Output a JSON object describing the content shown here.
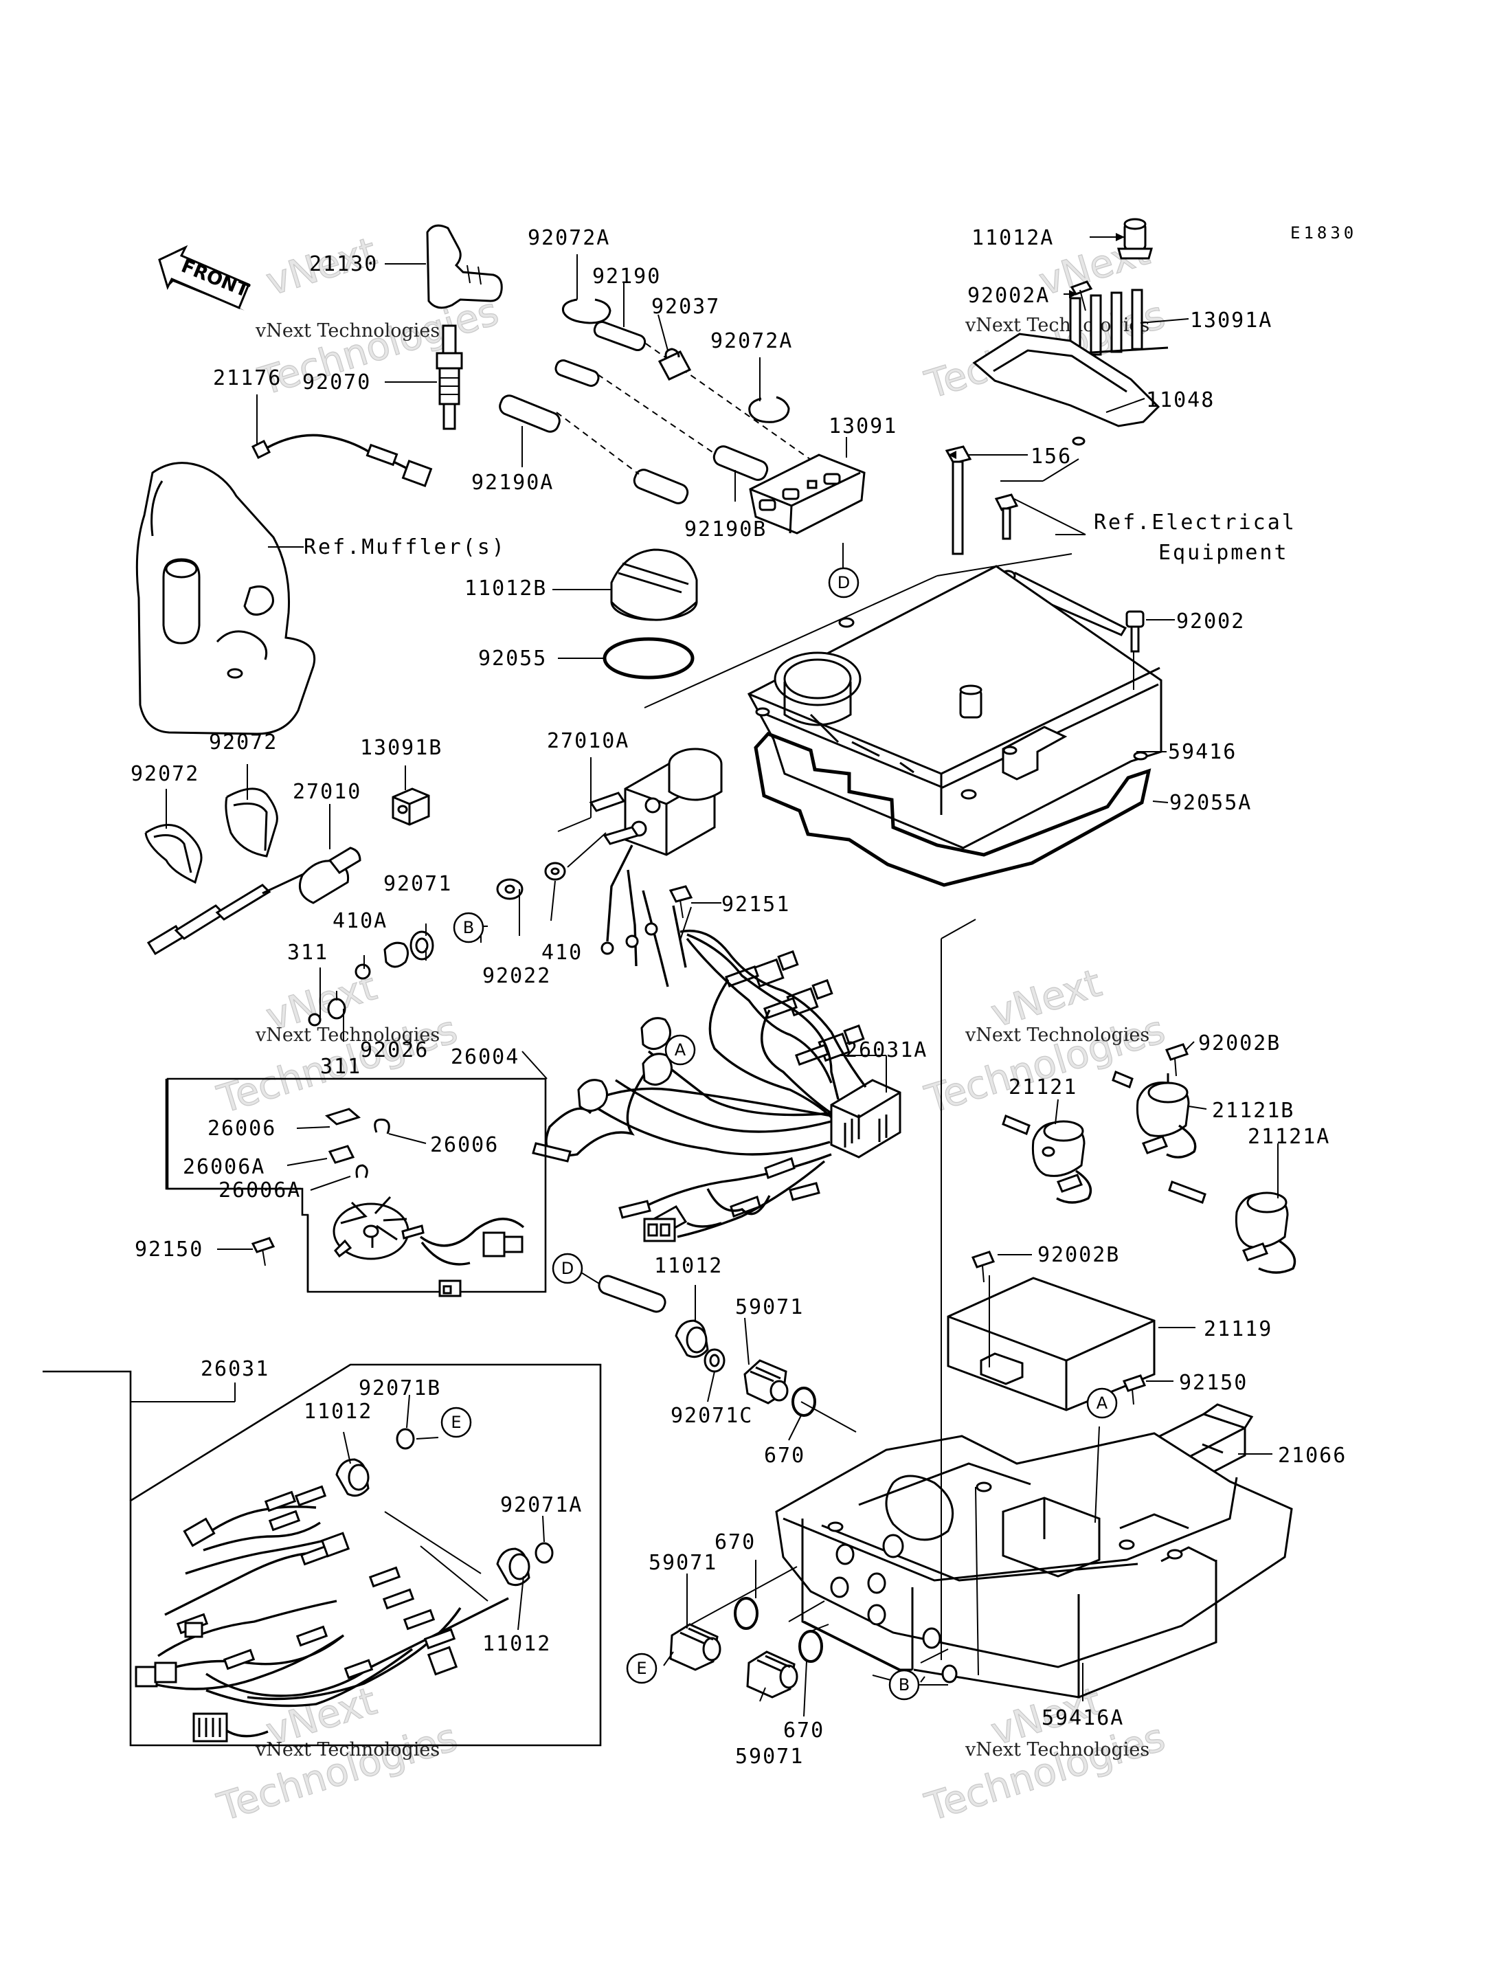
{
  "diagram_code": "E1830",
  "front_label": "FRONT",
  "watermark": {
    "line1": "vNext Technologies",
    "line2": "vNext Technologies"
  },
  "refs": {
    "muffler": "Ref.Muffler(s)",
    "electrical_1": "Ref.Electrical",
    "electrical_2": "Equipment"
  },
  "callouts": {
    "A": "A",
    "B": "B",
    "D": "D",
    "E": "E"
  },
  "parts": {
    "p21130": "21130",
    "p21176": "21176",
    "p92070": "92070",
    "p92072A_1": "92072A",
    "p92190": "92190",
    "p92037": "92037",
    "p92072A_2": "92072A",
    "p92190A": "92190A",
    "p92190B": "92190B",
    "p13091": "13091",
    "p11012A": "11012A",
    "p92002A": "92002A",
    "p13091A": "13091A",
    "p11048": "11048",
    "p156": "156",
    "p11012B": "11012B",
    "p92055": "92055",
    "p92002": "92002",
    "p59416": "59416",
    "p92055A": "92055A",
    "p92072_1": "92072",
    "p92072_2": "92072",
    "p13091B": "13091B",
    "p27010": "27010",
    "p27010A": "27010A",
    "p92071": "92071",
    "p410A": "410A",
    "p311_1": "311",
    "p311_2": "311",
    "p92026": "92026",
    "p92022": "92022",
    "p410": "410",
    "p92151": "92151",
    "p26004": "26004",
    "p26031A": "26031A",
    "p26006_1": "26006",
    "p26006_2": "26006",
    "p26006A_1": "26006A",
    "p26006A_2": "26006A",
    "p92150_1": "92150",
    "p92002B_1": "92002B",
    "p21121": "21121",
    "p21121B": "21121B",
    "p21121A": "21121A",
    "p92002B_2": "92002B",
    "p21119": "21119",
    "p92150_2": "92150",
    "p21066": "21066",
    "p11012_1": "11012",
    "p59071_1": "59071",
    "p92071C": "92071C",
    "p670_1": "670",
    "p26031": "26031",
    "p92071B": "92071B",
    "p11012_2": "11012",
    "p92071A": "92071A",
    "p11012_3": "11012",
    "p59071_2": "59071",
    "p670_2": "670",
    "p670_3": "670",
    "p59071_3": "59071",
    "p59416A": "59416A"
  }
}
